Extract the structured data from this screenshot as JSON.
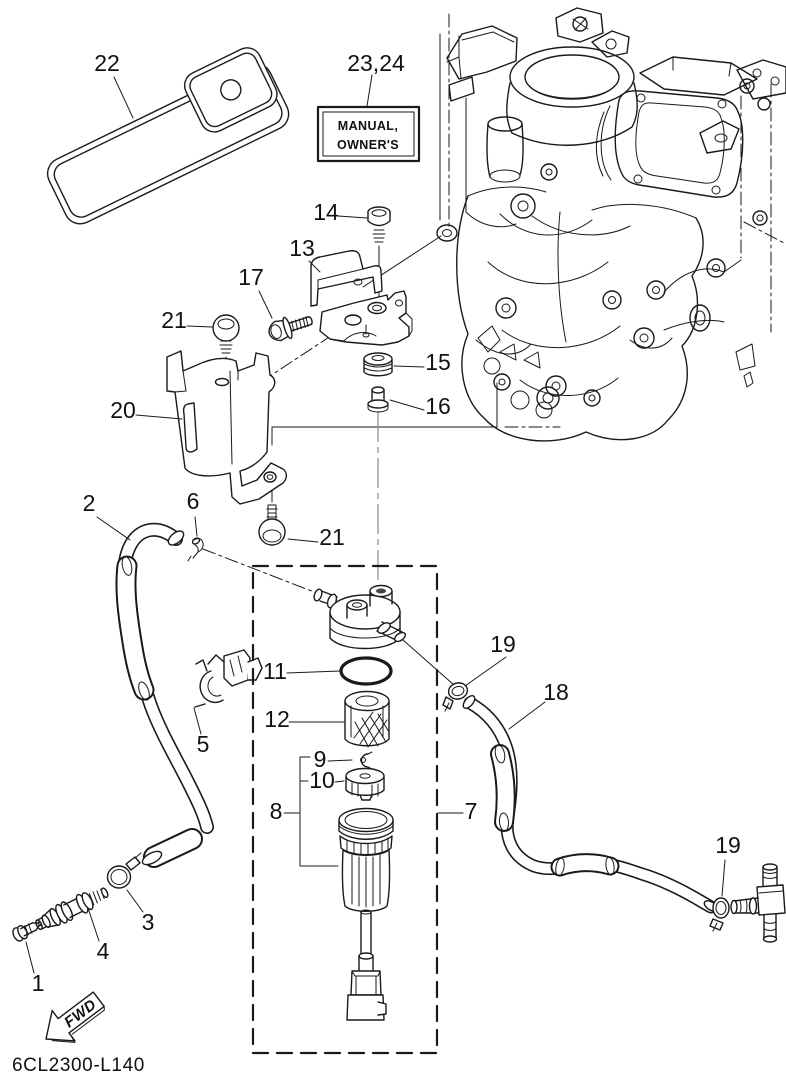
{
  "diagram": {
    "background": "#ffffff",
    "line_color": "#1a1a1a",
    "part_code": "6CL2300-L140",
    "fwd_label": "FWD",
    "manual_box": {
      "line1": "MANUAL,",
      "line2": "OWNER'S"
    },
    "callouts": {
      "c1": "1",
      "c2": "2",
      "c3": "3",
      "c4": "4",
      "c5": "5",
      "c6": "6",
      "c7": "7",
      "c8": "8",
      "c9": "9",
      "c10": "10",
      "c11": "11",
      "c12": "12",
      "c13": "13",
      "c14": "14",
      "c15": "15",
      "c16": "16",
      "c17": "17",
      "c18": "18",
      "c19a": "19",
      "c19b": "19",
      "c20": "20",
      "c21a": "21",
      "c21b": "21",
      "c22": "22",
      "c23_24": "23,24"
    }
  }
}
